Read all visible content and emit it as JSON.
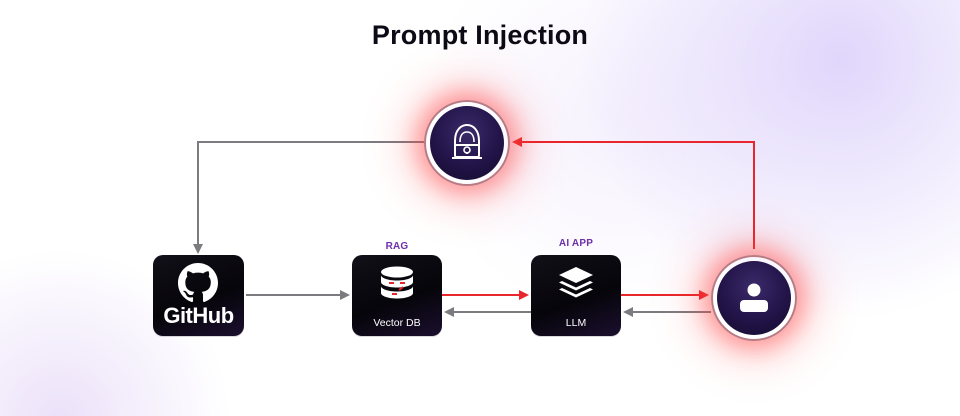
{
  "title": "Prompt Injection",
  "nodes": {
    "github": {
      "label": "GitHub"
    },
    "vector_db": {
      "group": "RAG",
      "label": "Vector DB"
    },
    "llm": {
      "group": "AI APP",
      "label": "LLM"
    },
    "attacker": {
      "icon": "hacker-icon"
    },
    "user": {
      "icon": "user-icon"
    }
  },
  "colors": {
    "attack_path": "#e8262b",
    "normal_path": "#7b7b80",
    "group_label": "#6b2fa8"
  }
}
